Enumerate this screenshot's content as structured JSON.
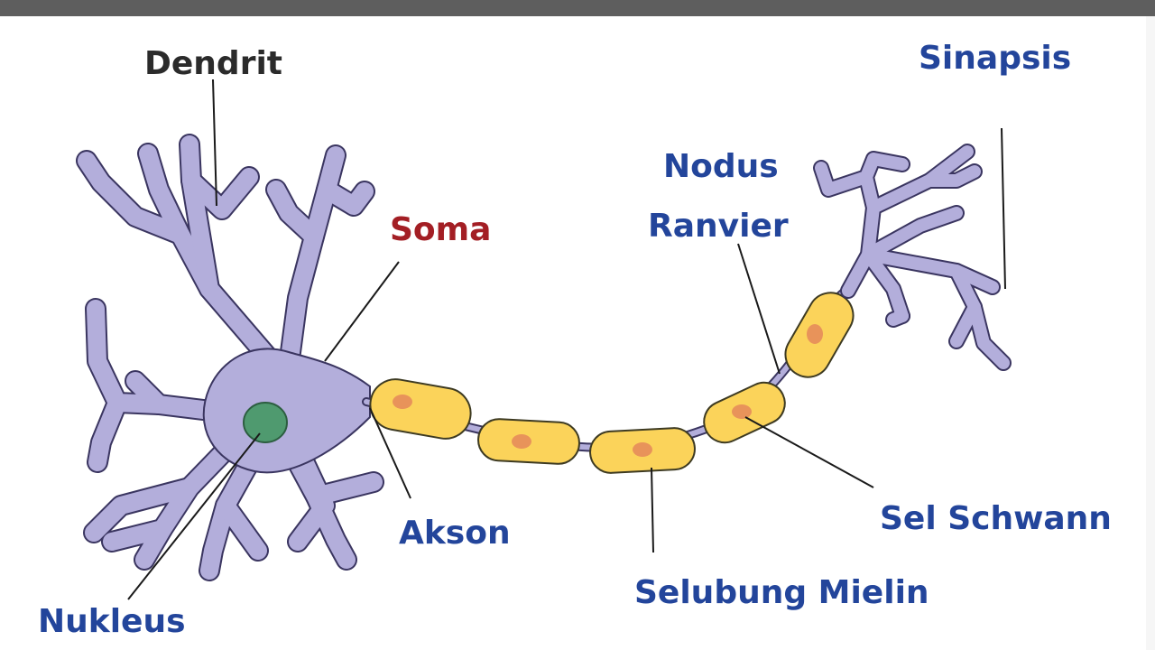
{
  "diagram": {
    "labels": {
      "dendrit": "Dendrit",
      "soma": "Soma",
      "nukleus": "Nukleus",
      "akson": "Akson",
      "nodus": "Nodus",
      "ranvier": "Ranvier",
      "sinapsis": "Sinapsis",
      "sel_schwann": "Sel Schwann",
      "selubung_mielin": "Selubung Mielin"
    },
    "colors": {
      "neuron_body": "#b3aedb",
      "neuron_outline": "#3a3560",
      "myelin": "#fbd35a",
      "myelin_outline": "#3d3a22",
      "schwann_nucleus": "#e8935a",
      "nucleus": "#4f9a6f",
      "label_blue": "#23459b",
      "label_dark": "#2b2b2b",
      "label_red": "#a31e24",
      "leader_line": "#1a1a1a"
    }
  }
}
